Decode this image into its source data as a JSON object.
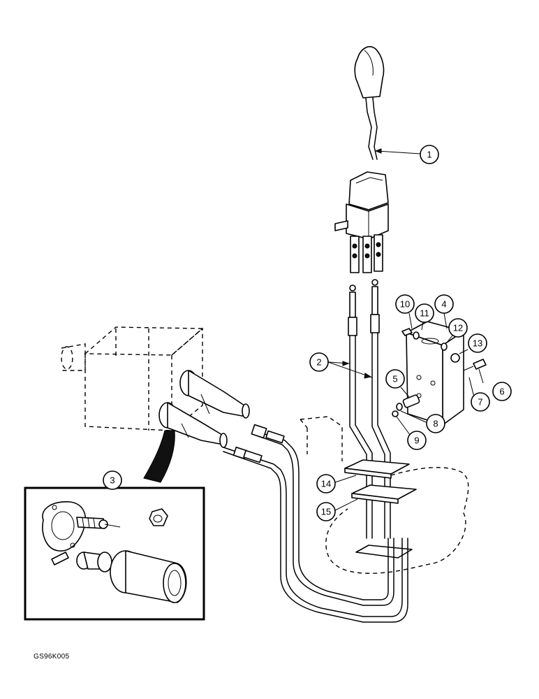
{
  "drawing_ref": "GS96K005",
  "callouts": [
    "1",
    "2",
    "3",
    "4",
    "5",
    "6",
    "7",
    "8",
    "9",
    "10",
    "11",
    "12",
    "13",
    "14",
    "15"
  ]
}
